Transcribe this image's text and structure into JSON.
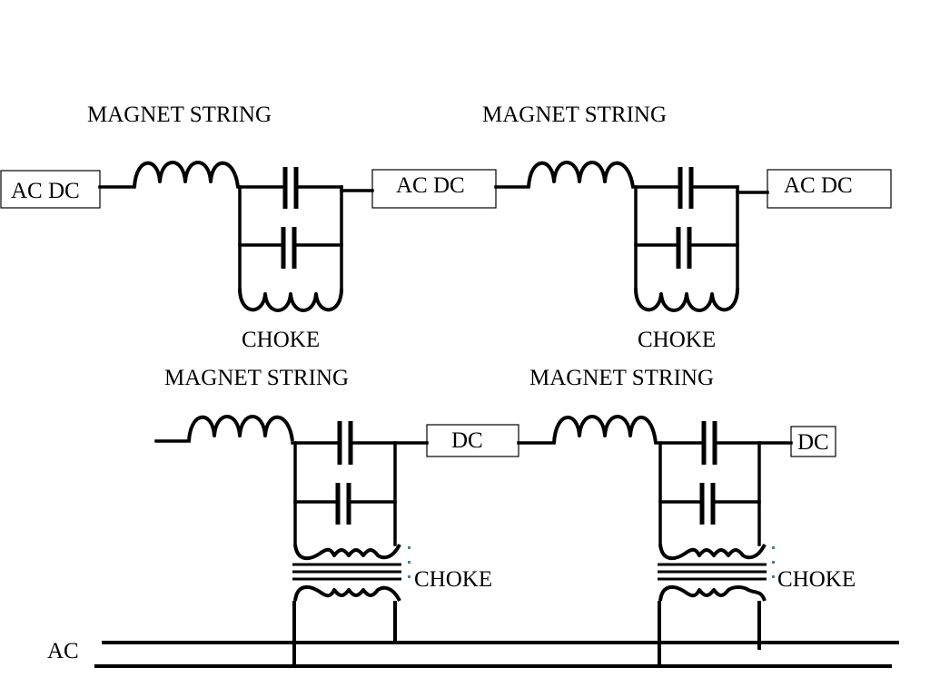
{
  "labels": {
    "magnet_string": "MAGNET STRING",
    "choke": "CHOKE",
    "ac_dc": "AC DC",
    "dc": "DC",
    "ac": "AC"
  }
}
